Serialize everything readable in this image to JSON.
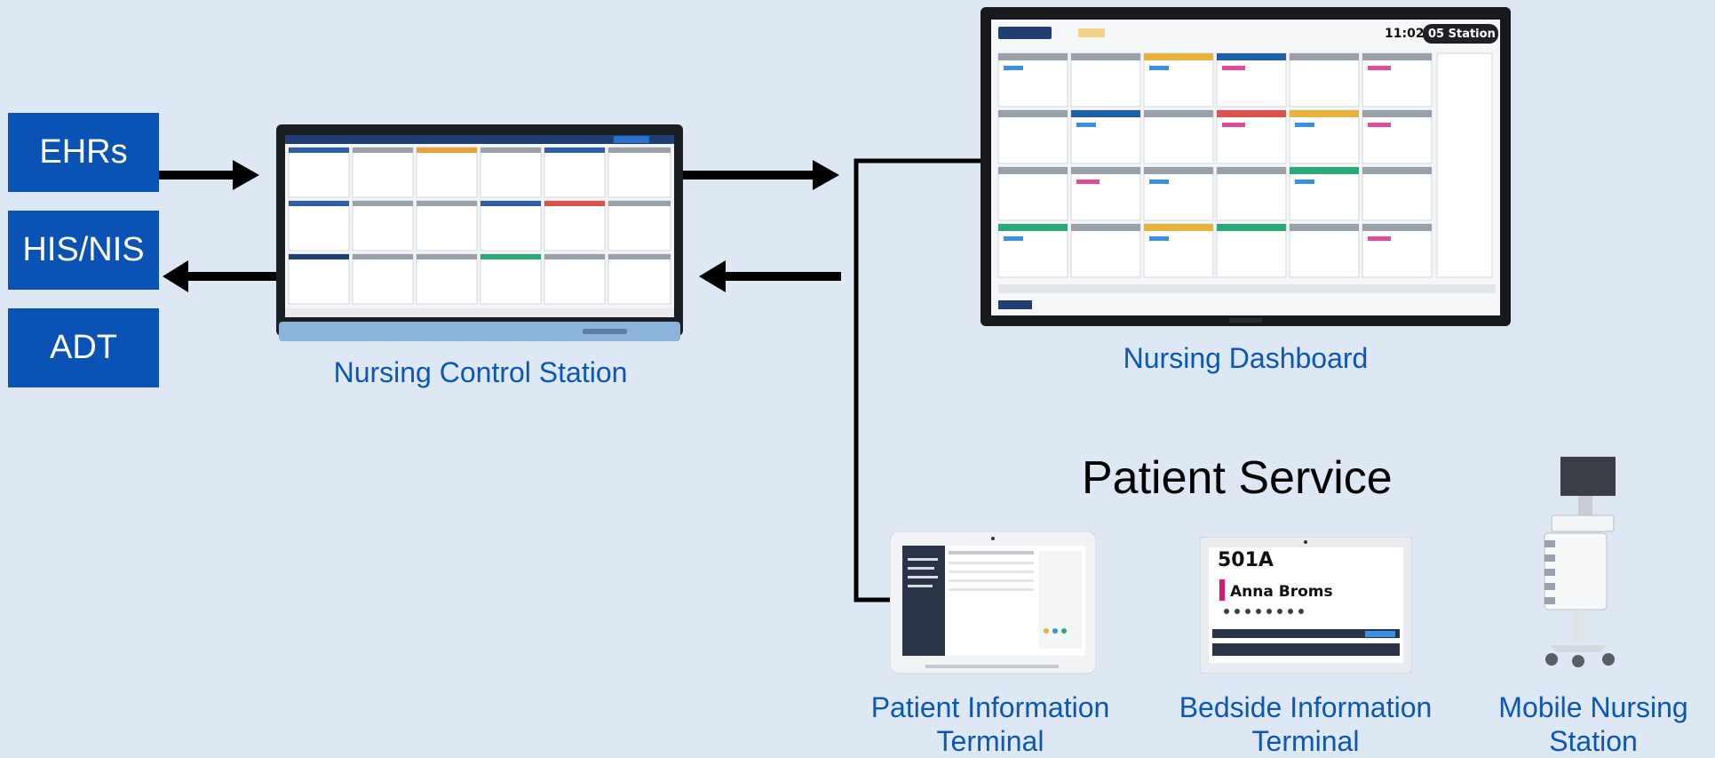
{
  "systems": [
    {
      "label": "EHRs"
    },
    {
      "label": "HIS/NIS"
    },
    {
      "label": "ADT"
    }
  ],
  "nursing_control_station": {
    "label": "Nursing Control Station"
  },
  "nursing_dashboard": {
    "label": "Nursing Dashboard",
    "clock": "11:02",
    "station_badge": "05 Station"
  },
  "patient_service": {
    "heading": "Patient Service",
    "terminals": [
      {
        "line1": "Patient Information",
        "line2": "Terminal"
      },
      {
        "line1": "Bedside Information",
        "line2": "Terminal"
      },
      {
        "line1": "Mobile Nursing",
        "line2": "Station"
      }
    ],
    "bedside_screen": {
      "room": "501A",
      "patient": "Anna Broms"
    }
  },
  "colors": {
    "background": "#dde8f4",
    "box_blue": "#0a52b4",
    "caption_blue": "#0b57b7",
    "arrow": "#000000"
  }
}
